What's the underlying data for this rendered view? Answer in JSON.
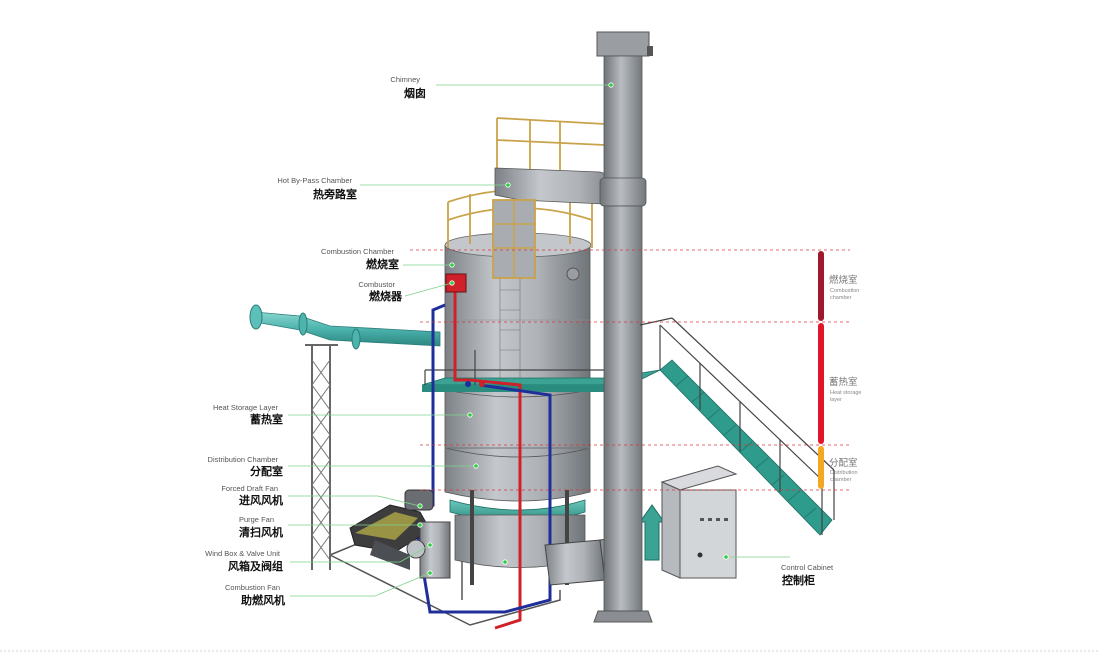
{
  "labels": {
    "chimney": {
      "en": "Chimney",
      "cn": "烟囱"
    },
    "hot_bypass": {
      "en": "Hot By-Pass Chamber",
      "cn": "热旁路室"
    },
    "combustion_chamber": {
      "en": "Combustion Chamber",
      "cn": "燃烧室"
    },
    "combustor": {
      "en": "Combustor",
      "cn": "燃烧器"
    },
    "heat_storage": {
      "en": "Heat Storage Layer",
      "cn": "蓄热室"
    },
    "distribution": {
      "en": "Distribution Chamber",
      "cn": "分配室"
    },
    "forced_draft_fan": {
      "en": "Forced Draft Fan",
      "cn": "进风风机"
    },
    "purge_fan": {
      "en": "Purge Fan",
      "cn": "清扫风机"
    },
    "wind_box": {
      "en": "Wind Box & Valve Unit",
      "cn": "风箱及阀组"
    },
    "combustion_fan": {
      "en": "Combustion Fan",
      "cn": "助燃风机"
    },
    "control_cabinet": {
      "en": "Control Cabinet",
      "cn": "控制柜"
    }
  },
  "zones": [
    {
      "cn": "燃烧室",
      "en1": "Combustion",
      "en2": "chamber",
      "color": "#a0182b"
    },
    {
      "cn": "蓄热室",
      "en1": "Heat storage",
      "en2": "layer",
      "color": "#e0172a"
    },
    {
      "cn": "分配室",
      "en1": "Distribution",
      "en2": "chamber",
      "color": "#f5a623"
    }
  ],
  "colors": {
    "steel": "#9fa3a8",
    "steel_dark": "#6e7378",
    "teal": "#2f9b8c",
    "duct": "#4cb3ad",
    "pipe_red": "#d0202a",
    "pipe_blue": "#1f2f9a",
    "leader": "#7fd38a",
    "dashed": "#d9363e"
  }
}
